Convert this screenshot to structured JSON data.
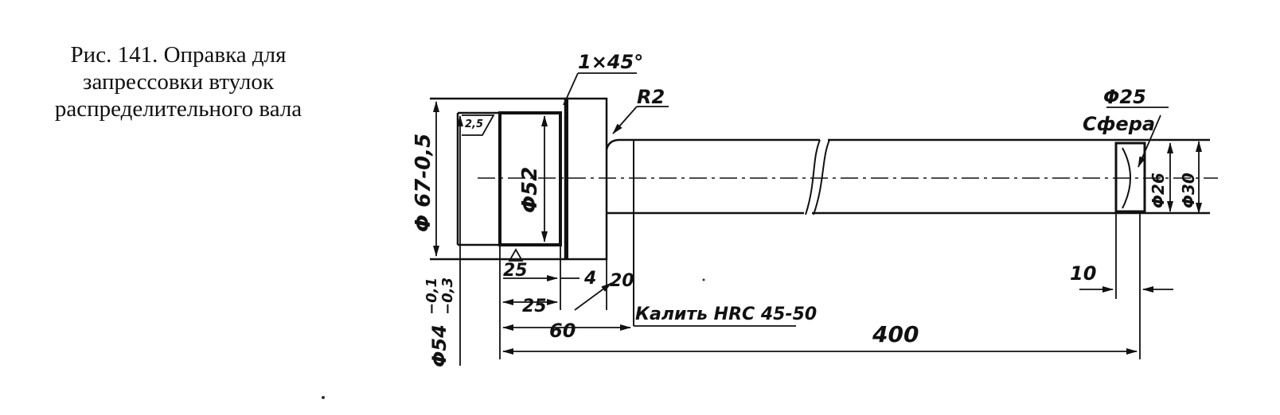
{
  "caption": {
    "line1": "Рис. 141. Оправка для",
    "line2": "запрессовки втулок",
    "line3": "распределительного вала"
  },
  "dimensions": {
    "chamfer": "1×45°",
    "radius": "R2",
    "sphere_diameter": "Φ25",
    "sphere_label": "Сфера",
    "outer_diameter": "Φ 67-0,5",
    "bore_diameter": "Φ52",
    "spigot_diameter": "Φ54",
    "spigot_tol_upper": "−0,1",
    "spigot_tol_lower": "−0,3",
    "roughness": "2,5",
    "len_25a": "25",
    "len_4": "4",
    "len_20": "20",
    "len_25b": "25",
    "len_60": "60",
    "len_10": "10",
    "len_400": "400",
    "end_d26": "Φ26",
    "end_d30": "Φ30"
  },
  "note": "Калить HRC 45-50"
}
